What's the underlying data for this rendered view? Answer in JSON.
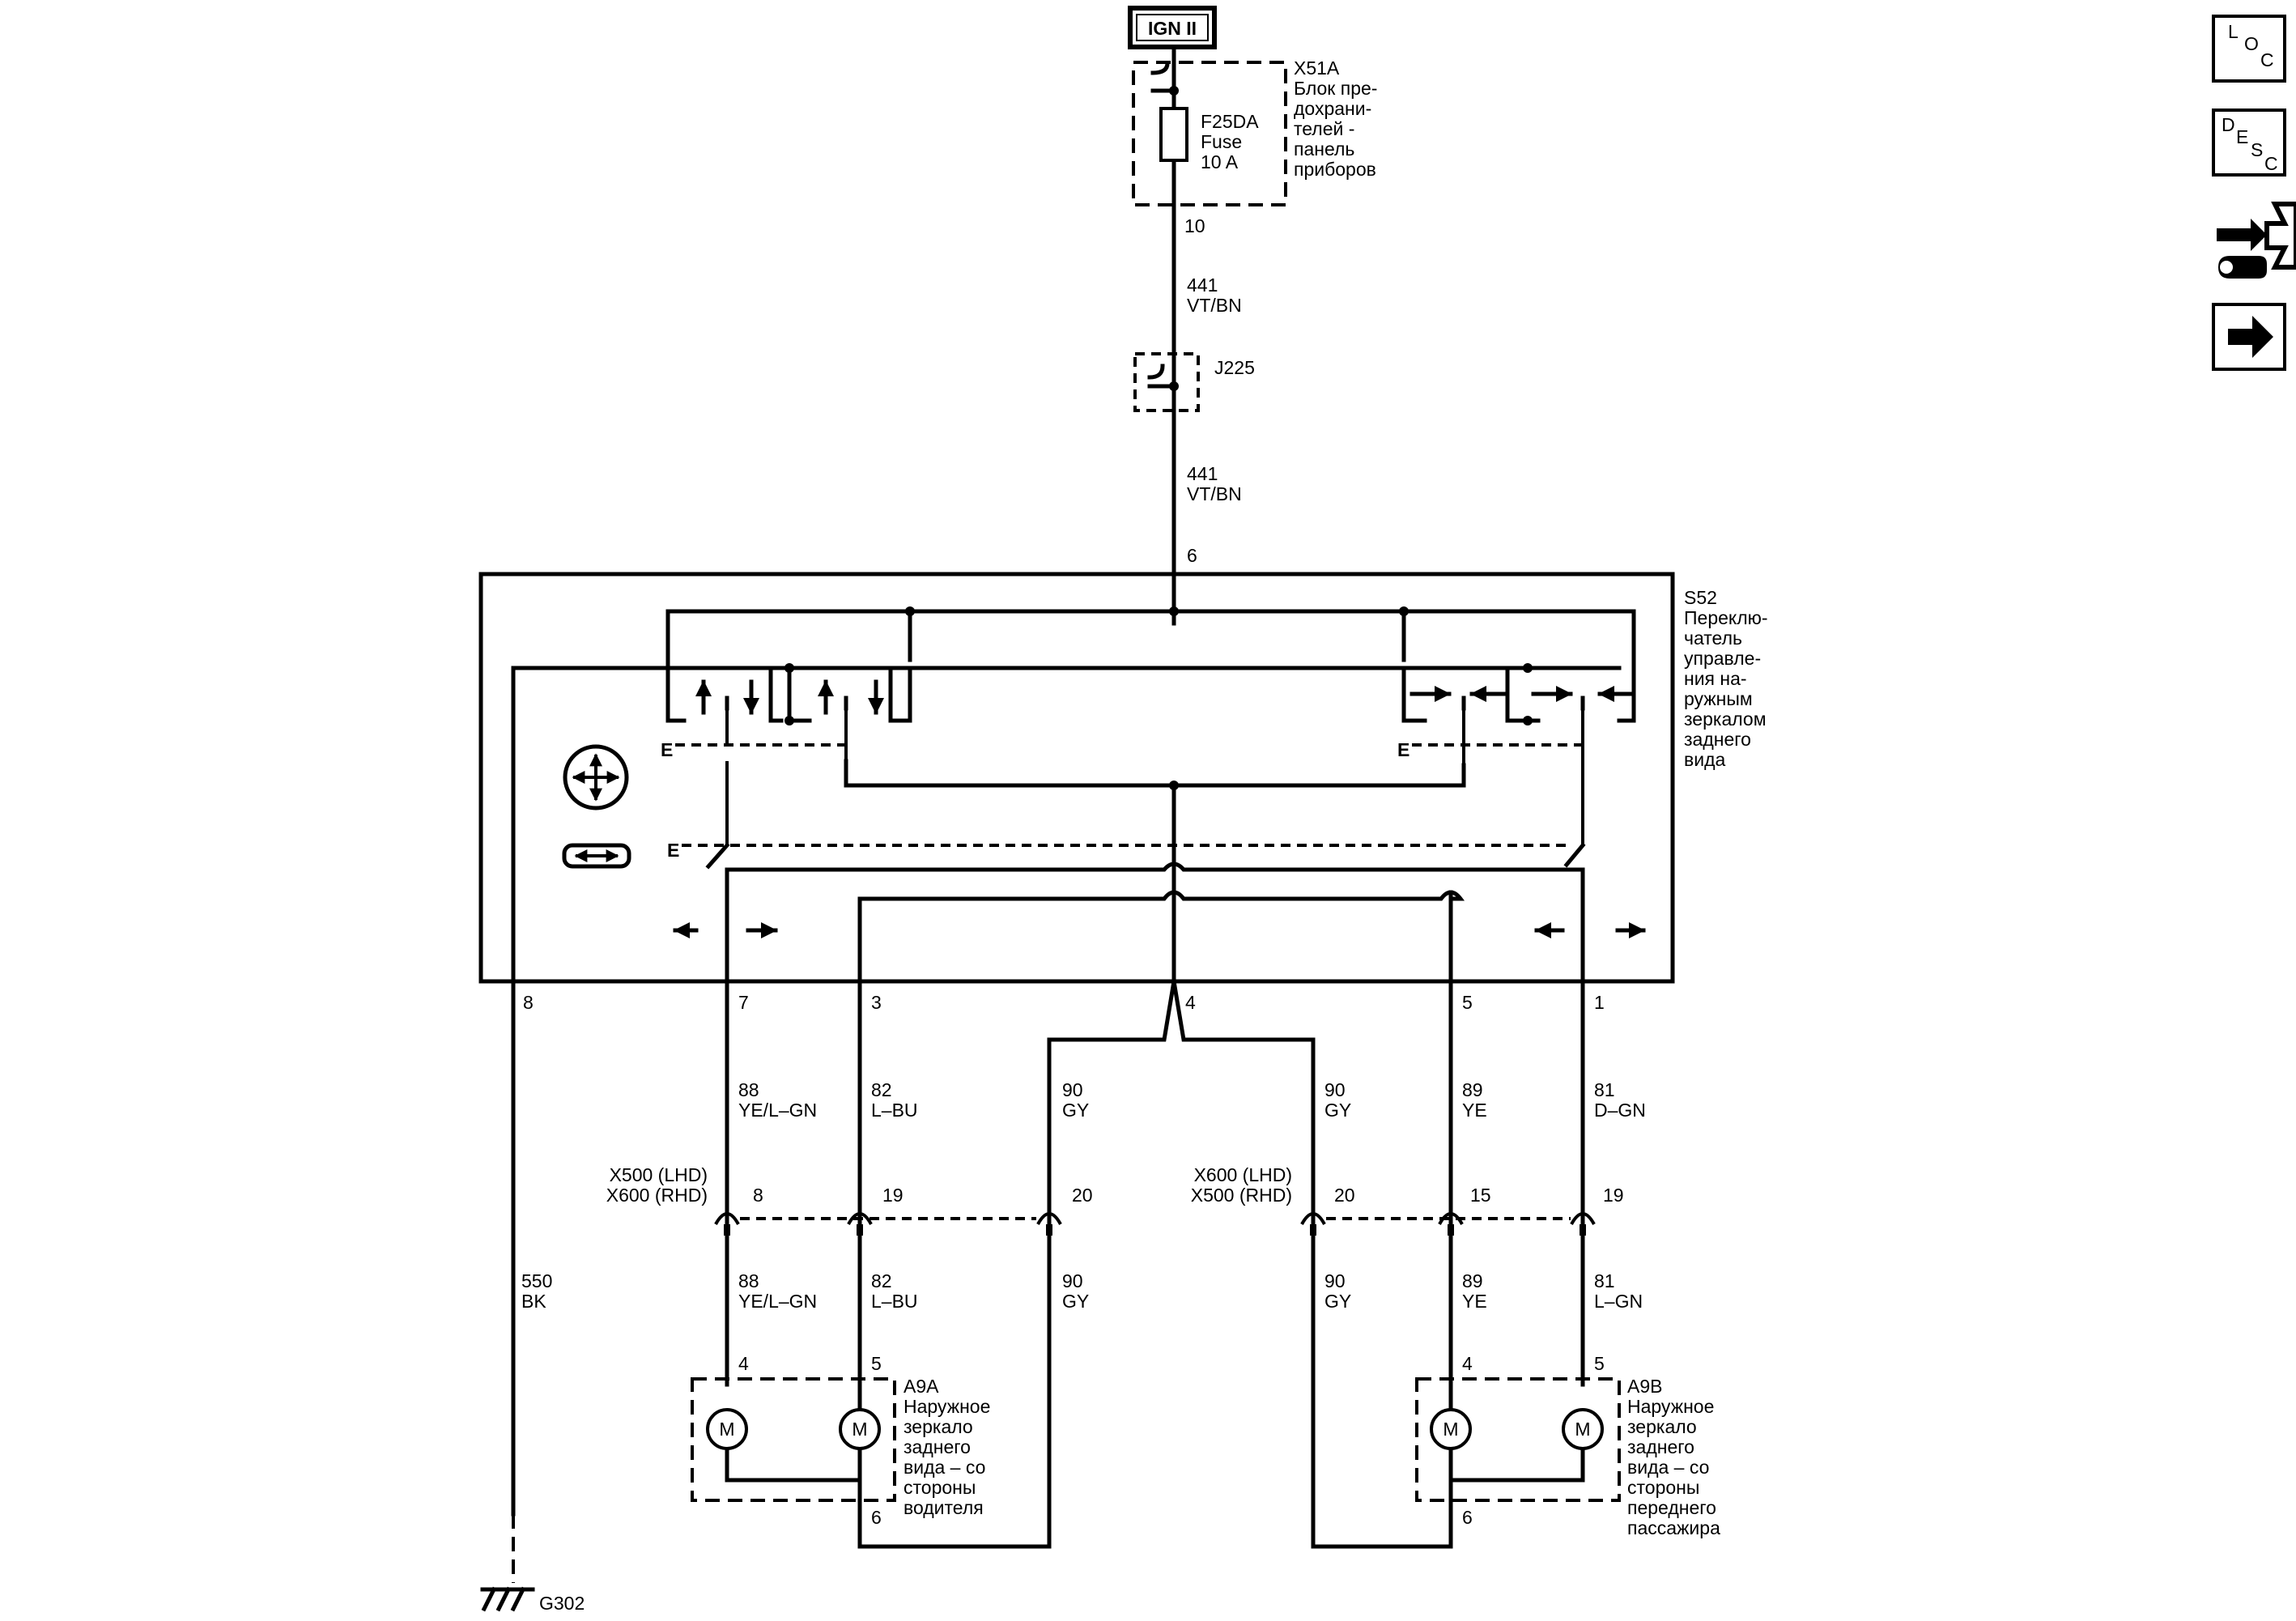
{
  "power": {
    "source": "IGN II"
  },
  "fuse_block": {
    "connector": "X51A",
    "name_lines": [
      "Блок пре-",
      "дохрани-",
      "телей -",
      "панель",
      "приборов"
    ],
    "fuse_lines": [
      "F25DA",
      "Fuse",
      "10 A"
    ],
    "out_pin": "10"
  },
  "splice": {
    "name": "J225"
  },
  "wires": {
    "w441_upper": {
      "circuit": "441",
      "color": "VT/BN"
    },
    "w441_lower": {
      "circuit": "441",
      "color": "VT/BN"
    },
    "c88_upper": {
      "circuit": "88",
      "color": "YE/L–GN"
    },
    "c82_upper": {
      "circuit": "82",
      "color": "L–BU"
    },
    "c90_left_upper": {
      "circuit": "90",
      "color": "GY"
    },
    "c90_right_upper": {
      "circuit": "90",
      "color": "GY"
    },
    "c89_upper": {
      "circuit": "89",
      "color": "YE"
    },
    "c81_upper": {
      "circuit": "81",
      "color": "D–GN"
    },
    "c550": {
      "circuit": "550",
      "color": "BK"
    },
    "c88_lower": {
      "circuit": "88",
      "color": "YE/L–GN"
    },
    "c82_lower": {
      "circuit": "82",
      "color": "L–BU"
    },
    "c90_left_lower": {
      "circuit": "90",
      "color": "GY"
    },
    "c90_right_lower": {
      "circuit": "90",
      "color": "GY"
    },
    "c89_lower": {
      "circuit": "89",
      "color": "YE"
    },
    "c81_lower": {
      "circuit": "81",
      "color": "L–GN"
    }
  },
  "switch": {
    "id": "S52",
    "name_lines": [
      "Переклю-",
      "чатель",
      "управле-",
      "ния на-",
      "ружным",
      "зеркалом",
      "заднего",
      "вида"
    ],
    "pin_top": "6",
    "pins": {
      "p8": "8",
      "p7": "7",
      "p3": "3",
      "p4": "4",
      "p5": "5",
      "p1": "1"
    }
  },
  "inline_left": {
    "lines": [
      "X500 (LHD)",
      "X600 (RHD)"
    ],
    "pins": {
      "a": "8",
      "b": "19",
      "c": "20"
    }
  },
  "inline_right": {
    "lines": [
      "X600 (LHD)",
      "X500 (RHD)"
    ],
    "pins": {
      "a": "20",
      "b": "15",
      "c": "19"
    }
  },
  "mirror_left": {
    "id": "A9A",
    "name_lines": [
      "Наружное",
      "зеркало",
      "заднего",
      "вида – со",
      "стороны",
      "водителя"
    ],
    "pins": {
      "p4": "4",
      "p5": "5",
      "p6": "6"
    },
    "motor_label": "M"
  },
  "mirror_right": {
    "id": "A9B",
    "name_lines": [
      "Наружное",
      "зеркало",
      "заднего",
      "вида – со",
      "стороны",
      "переднего",
      "пассажира"
    ],
    "pins": {
      "p4": "4",
      "p5": "5",
      "p6": "6"
    },
    "motor_label": "M"
  },
  "ground": {
    "name": "G302"
  },
  "nav": {
    "loc": [
      "L",
      "O",
      "C"
    ],
    "desc": [
      "D",
      "E",
      "S",
      "C"
    ],
    "icons": [
      "location-view-icon",
      "description-view-icon",
      "connector-repair-icon",
      "next-arrow-icon"
    ]
  }
}
